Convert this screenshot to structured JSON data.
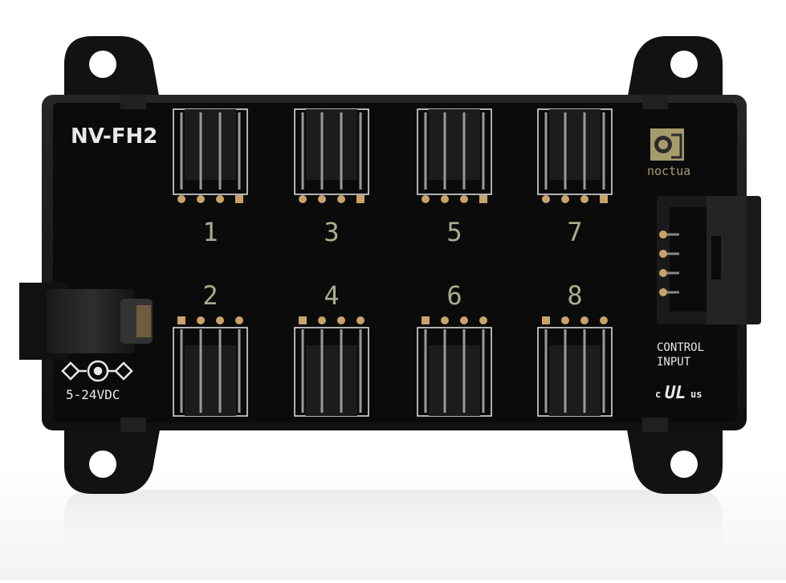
{
  "product": {
    "model_label": "NV-FH2",
    "power_label": "5-24VDC",
    "control_label_line1": "CONTROL",
    "control_label_line2": "INPUT",
    "brand_name": "noctua",
    "cert_mark": "cULus",
    "cert_left": "c",
    "cert_mid": "UL",
    "cert_right": "us"
  },
  "ports": {
    "top": [
      "1",
      "3",
      "5",
      "7"
    ],
    "bottom": [
      "2",
      "4",
      "6",
      "8"
    ]
  },
  "colors": {
    "board": "#0b0b0b",
    "housing": "#161616",
    "silkscreen": "#e8e8e8",
    "port_number": "#a8ad8e",
    "pin_gold": "#c8a36a",
    "logo_bg": "#a59c6a",
    "background": "#ffffff"
  }
}
